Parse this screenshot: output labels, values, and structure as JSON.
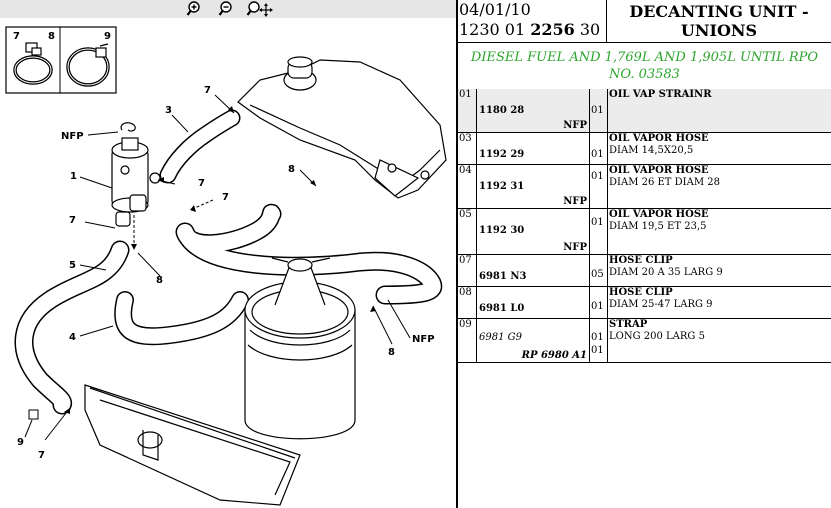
{
  "toolbar": {
    "zoom_in": "zoom-in-icon",
    "zoom_out": "zoom-out-icon",
    "zoom_pan": "zoom-pan-icon"
  },
  "diagram": {
    "legend_labels": [
      "7",
      "8",
      "9"
    ],
    "callouts": {
      "nfp_1": "NFP",
      "nfp_2": "NFP",
      "n1": "1",
      "n3": "3",
      "n4": "4",
      "n5": "5",
      "n7a": "7",
      "n7b": "7",
      "n7c": "7",
      "n7d": "7",
      "n7e": "7",
      "n8a": "8",
      "n8b": "8",
      "n8c": "8",
      "n9": "9"
    }
  },
  "header": {
    "date": "04/01/10",
    "ref_prefix": "1230 01 ",
    "ref_bold": "2256",
    "ref_suffix": " 30",
    "title": "DECANTING UNIT - UNIONS"
  },
  "subtitle": "DIESEL FUEL AND 1,769L AND 1,905L UNTIL RPO NO. 03583",
  "parts": [
    {
      "idx": "01",
      "ref": "1180 28",
      "nfp": "NFP",
      "qty": "01",
      "name": "OIL VAP STRAINR",
      "spec": ""
    },
    {
      "idx": "03",
      "ref": "1192 29",
      "nfp": "",
      "qty": "01",
      "name": "OIL VAPOR HOSE",
      "spec": "DIAM 14,5X20,5"
    },
    {
      "idx": "04",
      "ref": "1192 31",
      "nfp": "NFP",
      "qty": "01",
      "name": "OIL VAPOR HOSE",
      "spec": "DIAM 26 ET DIAM 28"
    },
    {
      "idx": "05",
      "ref": "1192 30",
      "nfp": "NFP",
      "qty": "01",
      "name": "OIL VAPOR HOSE",
      "spec": "DIAM 19,5 ET 23,5"
    },
    {
      "idx": "07",
      "ref": "6981 N3",
      "nfp": "",
      "qty": "05",
      "name": "HOSE CLIP",
      "spec": "DIAM 20 A 35 LARG 9"
    },
    {
      "idx": "08",
      "ref": "6981 L0",
      "nfp": "",
      "qty": "01",
      "name": "HOSE CLIP",
      "spec": "DIAM 25-47 LARG 9"
    },
    {
      "idx": "09",
      "ref": "6981 G9",
      "ref2": "RP 6980 A1",
      "nfp": "",
      "qty": "01",
      "qty2": "01",
      "name": "STRAP",
      "spec": "LONG 200 LARG 5"
    }
  ]
}
